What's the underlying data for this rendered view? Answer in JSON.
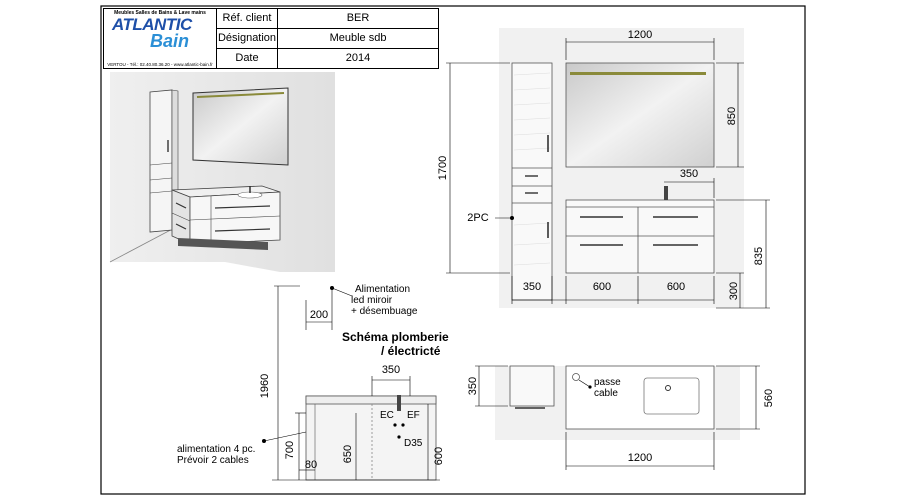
{
  "title_block": {
    "logo": {
      "tagline": "Meubles Salles de Bains & Lave mains",
      "brand_line1": "ATLANTIC",
      "brand_line2": "Bain",
      "footer": "VERTOU - Tél.: 02.40.80.36.20 - www.atlantic-bain.fr"
    },
    "rows": [
      {
        "label": "Réf. client",
        "value": "BER"
      },
      {
        "label": "Désignation",
        "value": "Meuble sdb"
      },
      {
        "label": "Date",
        "value": "2014"
      }
    ]
  },
  "front_view": {
    "dims": {
      "top_width": "1200",
      "mirror_height": "850",
      "total_height": "1700",
      "basin_offset": "350",
      "vanity_height": "835",
      "floor_gap": "300",
      "column_width": "350",
      "drawer_left": "600",
      "drawer_right": "600"
    },
    "label_2pc": "2PC"
  },
  "plumbing_view": {
    "title_line1": "Schéma plomberie",
    "title_line2": "/ électricté",
    "note_mirror": [
      "Alimentation",
      "led miroir",
      "+ désembuage"
    ],
    "note_power": [
      "alimentation 4 pc.",
      "Prévoir 2 cables"
    ],
    "dims": {
      "offset_200": "200",
      "height_1960": "1960",
      "basin_350": "350",
      "height_700": "700",
      "offset_80": "80",
      "height_650": "650",
      "height_600": "600"
    },
    "labels": {
      "ec": "EC",
      "ef": "EF",
      "d35": "D35"
    }
  },
  "top_view": {
    "dims": {
      "depth_350": "350",
      "depth_560": "560",
      "width_1200": "1200"
    },
    "note_cable": [
      "passe",
      "cable"
    ]
  }
}
